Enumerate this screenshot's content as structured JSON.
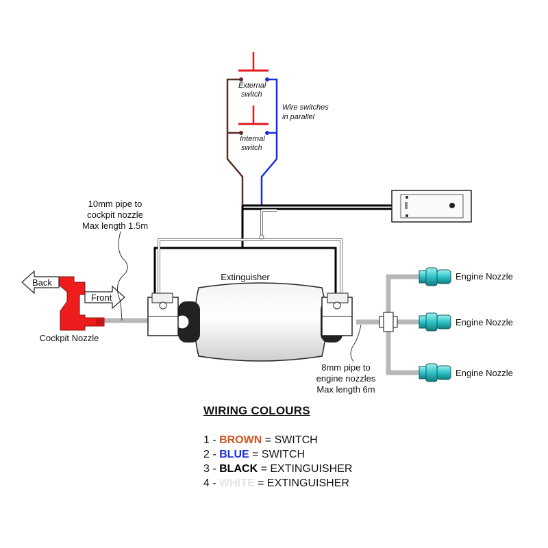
{
  "labels": {
    "external_switch_l1": "External",
    "external_switch_l2": "switch",
    "internal_switch_l1": "Internal",
    "internal_switch_l2": "switch",
    "wire_parallel_l1": "Wire switches",
    "wire_parallel_l2": "in parallel",
    "pipe10_l1": "10mm pipe to",
    "pipe10_l2": "cockpit nozzle",
    "pipe10_l3": "Max length 1.5m",
    "extinguisher": "Extinguisher",
    "back": "Back",
    "front": "Front",
    "cockpit_nozzle": "Cockpit Nozzle",
    "engine_nozzle_1": "Engine Nozzle",
    "engine_nozzle_2": "Engine Nozzle",
    "engine_nozzle_3": "Engine Nozzle",
    "pipe8_l1": "8mm pipe to",
    "pipe8_l2": "engine nozzles",
    "pipe8_l3": "Max length 6m"
  },
  "legend": {
    "title": "WIRING COLOURS",
    "rows": [
      {
        "num": "1 - ",
        "colour": "BROWN",
        "rest": " = SWITCH",
        "hex": "#d2561e"
      },
      {
        "num": "2 - ",
        "colour": "BLUE",
        "rest": " = SWITCH",
        "hex": "#1a2ee0"
      },
      {
        "num": "3 - ",
        "colour": "BLACK",
        "rest": " = EXTINGUISHER",
        "hex": "#000000"
      },
      {
        "num": "4 - ",
        "colour": "WHITE",
        "rest": " = EXTINGUISHER",
        "hex": "#e4e4e4"
      }
    ]
  },
  "colors": {
    "brown_wire": "#5a2b22",
    "blue_wire": "#1a2ee0",
    "black_wire": "#000000",
    "switch_red": "#e01818",
    "pipe_grey": "#b8b8b8",
    "cockpit_nozzle_red": "#ee1c1c",
    "engine_nozzle_teal": "#2fc4c8"
  }
}
